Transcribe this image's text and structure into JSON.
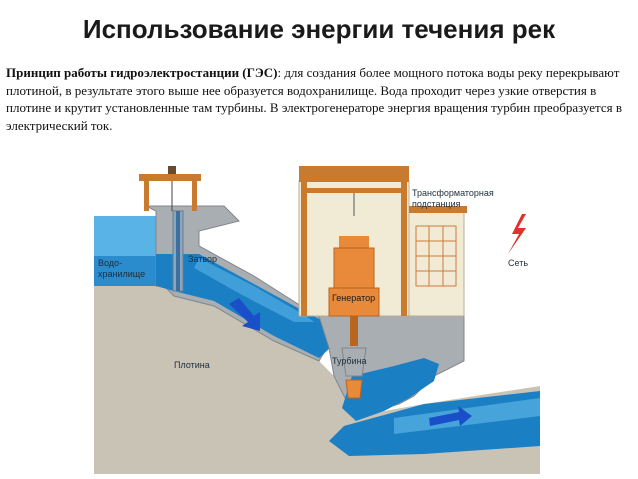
{
  "title": "Использование энергии течения рек",
  "description": {
    "term": "Принцип работы гидроэлектростанции (ГЭС)",
    "text": ": для создания более мощного потока воды реку перекрывают плотиной, в результате этого выше нее образуется водохранилище. Вода проходит через узкие отверстия в плотине и крутит установленные там турбины. В электрогенераторе энергия вращения турбин преобразуется в электрический ток."
  },
  "diagram": {
    "labels": {
      "reservoir_line1": "Водо-",
      "reservoir_line2": "хранилище",
      "gate": "Затвор",
      "dam": "Плотина",
      "generator": "Генератор",
      "turbine": "Турбина",
      "substation_line1": "Трансформаторная",
      "substation_line2": "подстанция",
      "grid": "Сеть"
    },
    "colors": {
      "water_dark": "#1b7fc4",
      "water_light": "#5ab3e6",
      "ground": "#c9c3b6",
      "concrete": "#a9aeb2",
      "crane": "#c87a2e",
      "building": "#f1ead5",
      "generator": "#e9893a",
      "arrow": "#1a4fc9",
      "lightning": "#e0322a"
    }
  }
}
